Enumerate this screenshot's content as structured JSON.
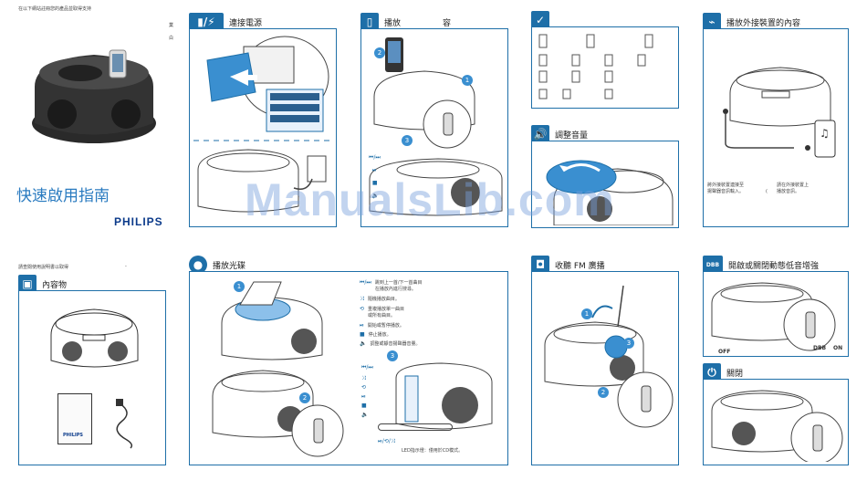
{
  "cover": {
    "top_note": "在以下網站註冊您的產品並取得支持",
    "side_a": "業",
    "side_b": "白",
    "title": "快速啟用指南",
    "brand": "PHILIPS"
  },
  "box": {
    "top_note": "請查閱使用說明書以取得",
    "dash": "-",
    "header": "內容物",
    "doc_brand": "PHILIPS"
  },
  "power": {
    "header": "連接電源"
  },
  "play_ipod": {
    "header": "播放",
    "header_b": "容",
    "steps": [
      "1",
      "2",
      "3"
    ]
  },
  "compat": {
    "header": ""
  },
  "volume": {
    "header": "調整音量"
  },
  "external": {
    "header": "播放外接裝置的內容",
    "note_a": "將外接裝置連接至\n揚聲器音訊輸入。",
    "note_b": "(",
    "note_c": "請在外接裝置上\n播放音訊。"
  },
  "cd": {
    "header": "播放光碟",
    "steps": [
      "1",
      "2",
      "3"
    ],
    "controls": [
      {
        "sym": "⏮/⏭",
        "text": "跳到上一首/下一首曲目\n在播放內進行搜尋。"
      },
      {
        "sym": "⤨",
        "text": "隨機播放曲目。"
      },
      {
        "sym": "⟲",
        "text": "重複播放單一曲目\n或所有曲目。"
      },
      {
        "sym": "⏯",
        "text": "開始或暫停播放。"
      },
      {
        "sym": "■",
        "text": "停止播放。"
      },
      {
        "sym": "🔈",
        "text": "調整或靜音揚聲器音量。"
      }
    ],
    "bottom_sym": "⏯/⟲/⤨",
    "bottom_text": "LED指示燈：僅用於CD模式。"
  },
  "fm": {
    "header": "收聽 FM 廣播",
    "steps": [
      "1",
      "2",
      "3"
    ]
  },
  "dbb": {
    "header": "開啟或關閉動態低音增強",
    "icon": "DBB",
    "off": "OFF",
    "label": "DBB",
    "on": "ON"
  },
  "off": {
    "header": "關閉"
  },
  "watermark": "ManualsLib.com"
}
